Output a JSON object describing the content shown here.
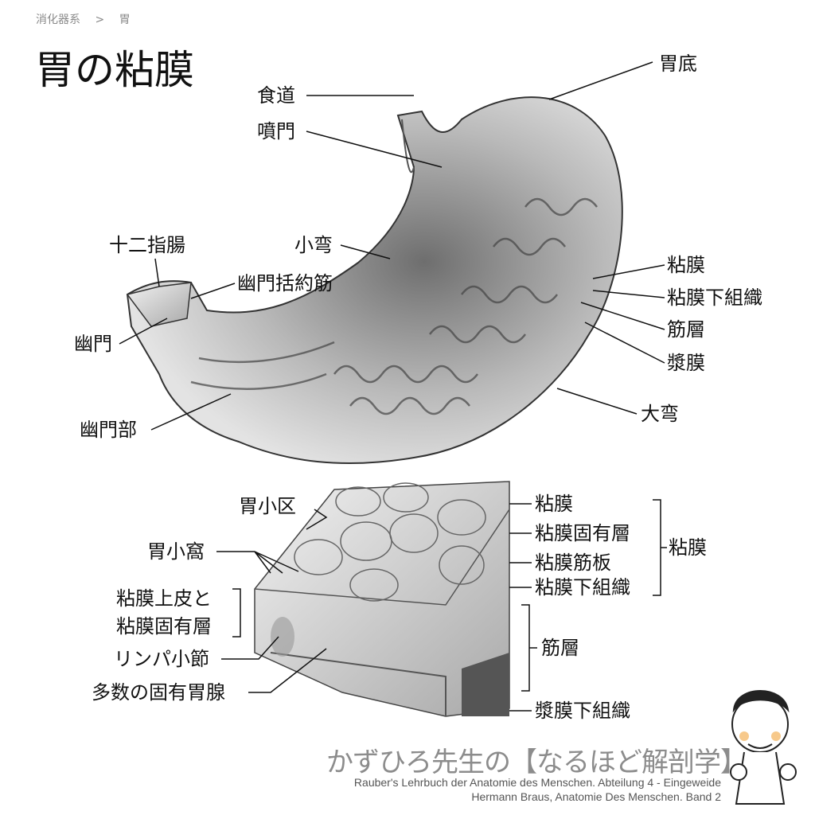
{
  "breadcrumb": {
    "parent": "消化器系",
    "separator": ">",
    "current": "胃"
  },
  "title": "胃の粘膜",
  "stomach_labels": {
    "fundus": "胃底",
    "esophagus": "食道",
    "cardia": "噴門",
    "duodenum": "十二指腸",
    "lesser_curvature": "小弯",
    "pyloric_sphincter": "幽門括約筋",
    "pylorus": "幽門",
    "mucosa": "粘膜",
    "submucosa": "粘膜下組織",
    "muscularis": "筋層",
    "serosa": "漿膜",
    "greater_curvature": "大弯",
    "pyloric_part": "幽門部"
  },
  "wall_labels": {
    "areae_gastricae": "胃小区",
    "foveolae": "胃小窩",
    "epithelium_line1": "粘膜上皮と",
    "epithelium_line2": "粘膜固有層",
    "lymph_nodule": "リンパ小節",
    "gastric_glands": "多数の固有胃腺",
    "mucosa": "粘膜",
    "lamina_propria": "粘膜固有層",
    "muscularis_mucosae": "粘膜筋板",
    "submucosa": "粘膜下組織",
    "mucosa_group": "粘膜",
    "muscularis": "筋層",
    "subserosa": "漿膜下組織"
  },
  "footer": {
    "brand": "かずひろ先生の【なるほど解剖学】",
    "source1": "Rauber's Lehrbuch der Anatomie des Menschen. Abteilung 4 - Eingeweide",
    "source2": "Hermann Braus, Anatomie Des Menschen. Band 2"
  }
}
